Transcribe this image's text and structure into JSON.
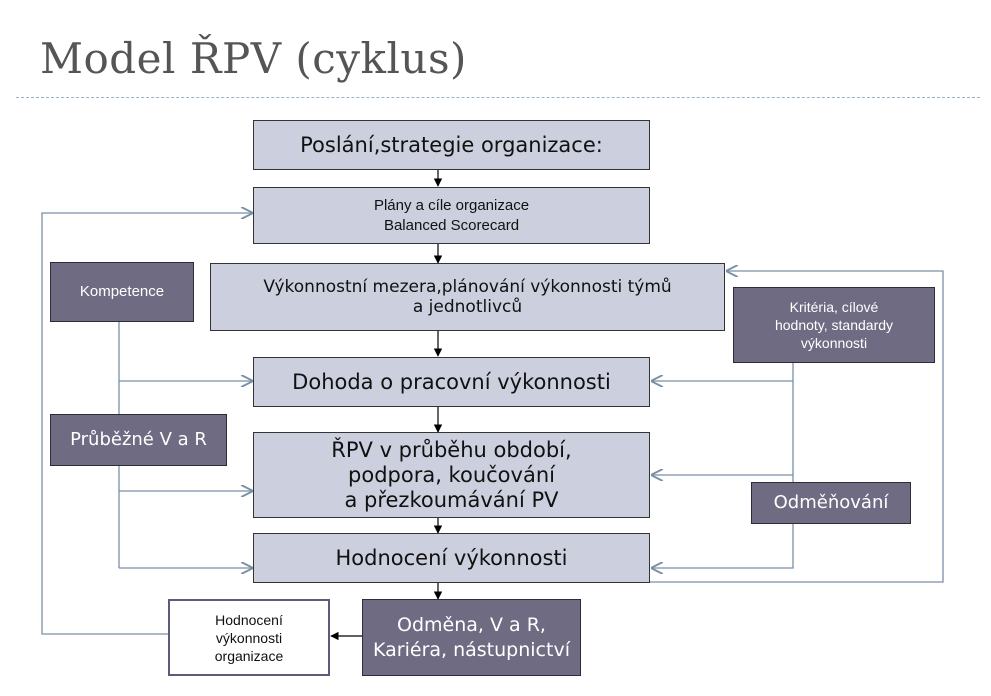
{
  "title": "Model ŘPV (cyklus)",
  "boxes": {
    "mission": "Poslání,strategie organizace:",
    "plans": "Plány a cíle organizace\nBalanced Scorecard",
    "gap": "Výkonnostní mezera,plánování výkonnosti týmů\na jednotlivců",
    "agreement": "Dohoda o pracovní výkonnosti",
    "ongoing": "ŘPV v průběhu období,\npodpora, koučování\na přezkoumávání PV",
    "evaluation": "Hodnocení výkonnosti",
    "reward_career": "Odměna, V a R,\nKariéra, nástupnictví",
    "org_evaluation": "Hodnocení\nvýkonnosti\norganizace",
    "competence": "Kompetence",
    "continuous": "Průběžné V a R",
    "criteria": "Kritéria, cílové\nhodnoty, standardy\nvýkonnosti",
    "rewarding": "Odměňování"
  },
  "colors": {
    "light_box": "#ccd0de",
    "dark_box": "#6f6b83",
    "connector": "#7a90a6",
    "flow_arrow": "#000000"
  }
}
